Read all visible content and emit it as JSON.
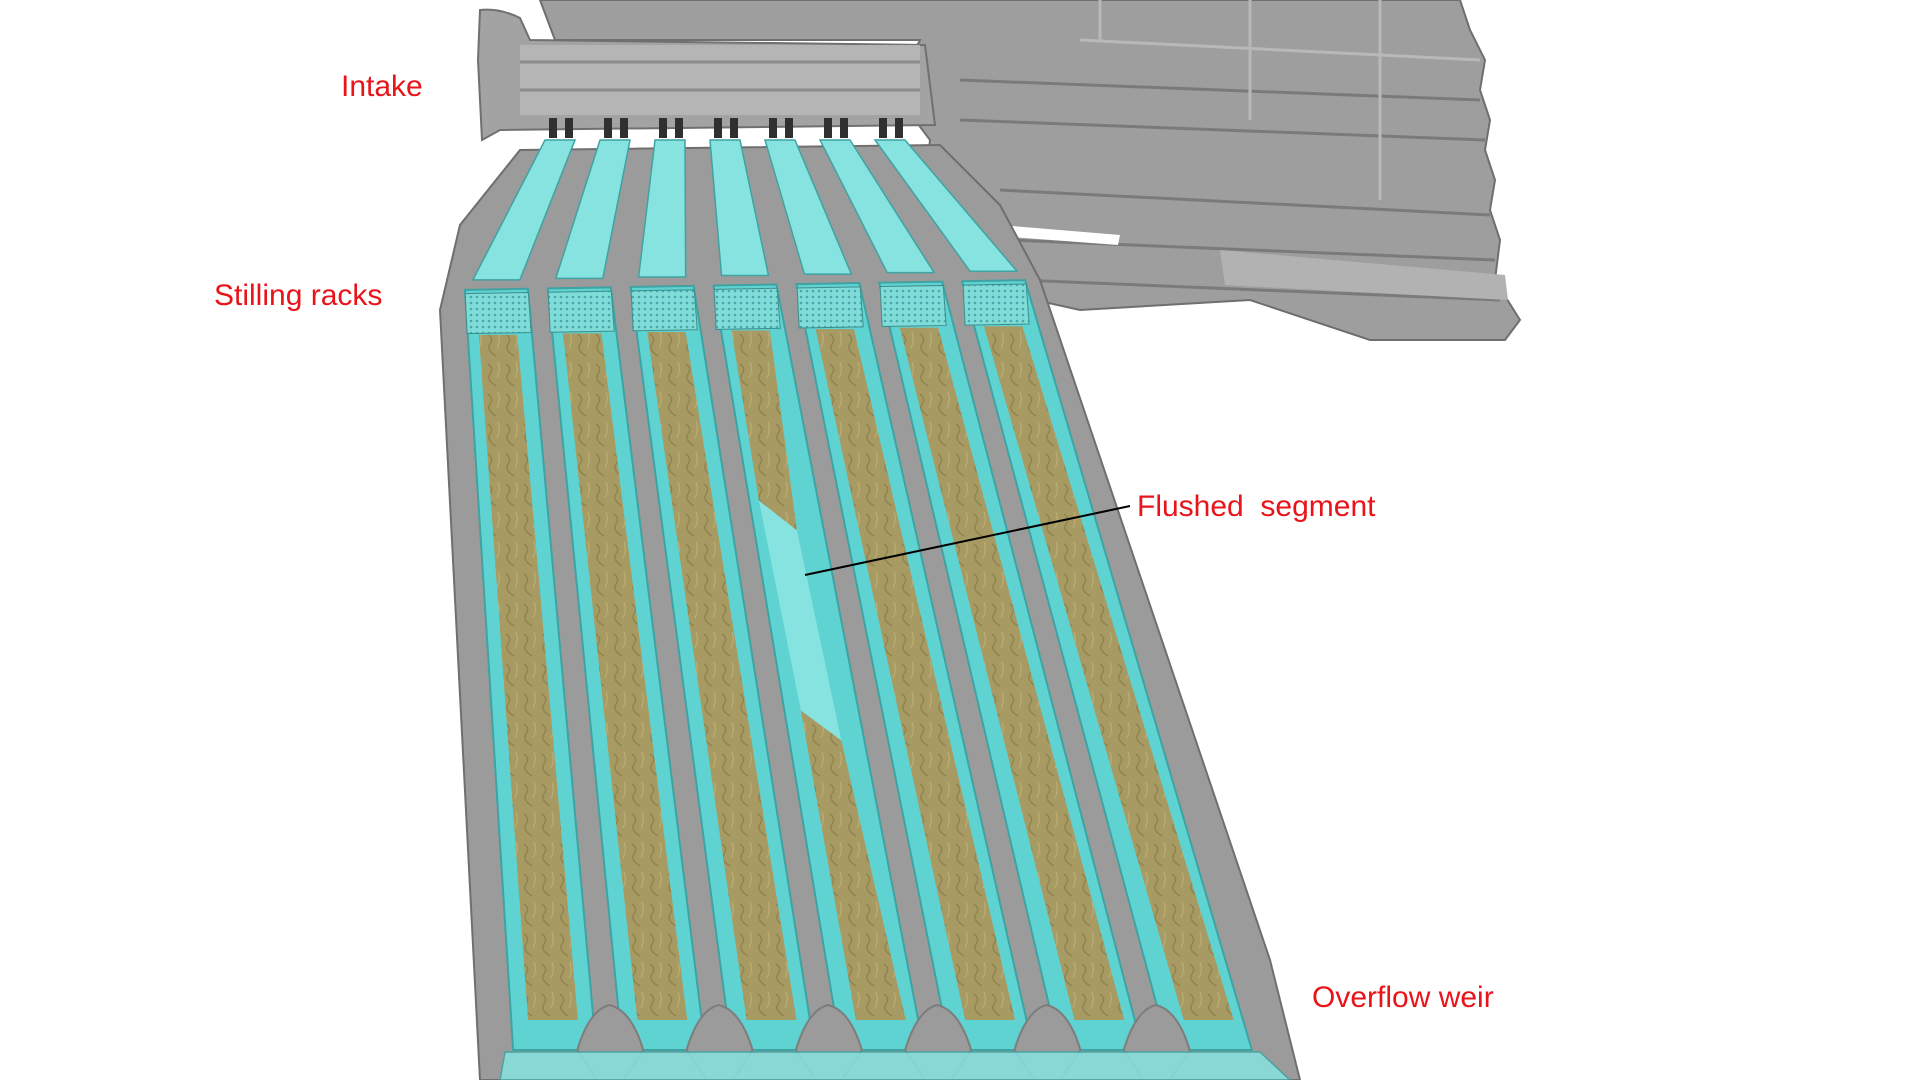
{
  "labels": {
    "intake": "Intake",
    "stilling_racks": "Stilling racks",
    "flushed_segment": "Flushed  segment",
    "overflow_weir": "Overflow weir"
  },
  "colors": {
    "label_text": "#e8141a",
    "concrete": "#9b9b9b",
    "concrete_dark": "#7d7d7d",
    "water": "#5fd3d2",
    "water_light": "#86e3e0",
    "sediment": "#a79a62",
    "leader_line": "#000000"
  },
  "basin": {
    "channel_count": 7,
    "flushed_channel_number": 4
  }
}
